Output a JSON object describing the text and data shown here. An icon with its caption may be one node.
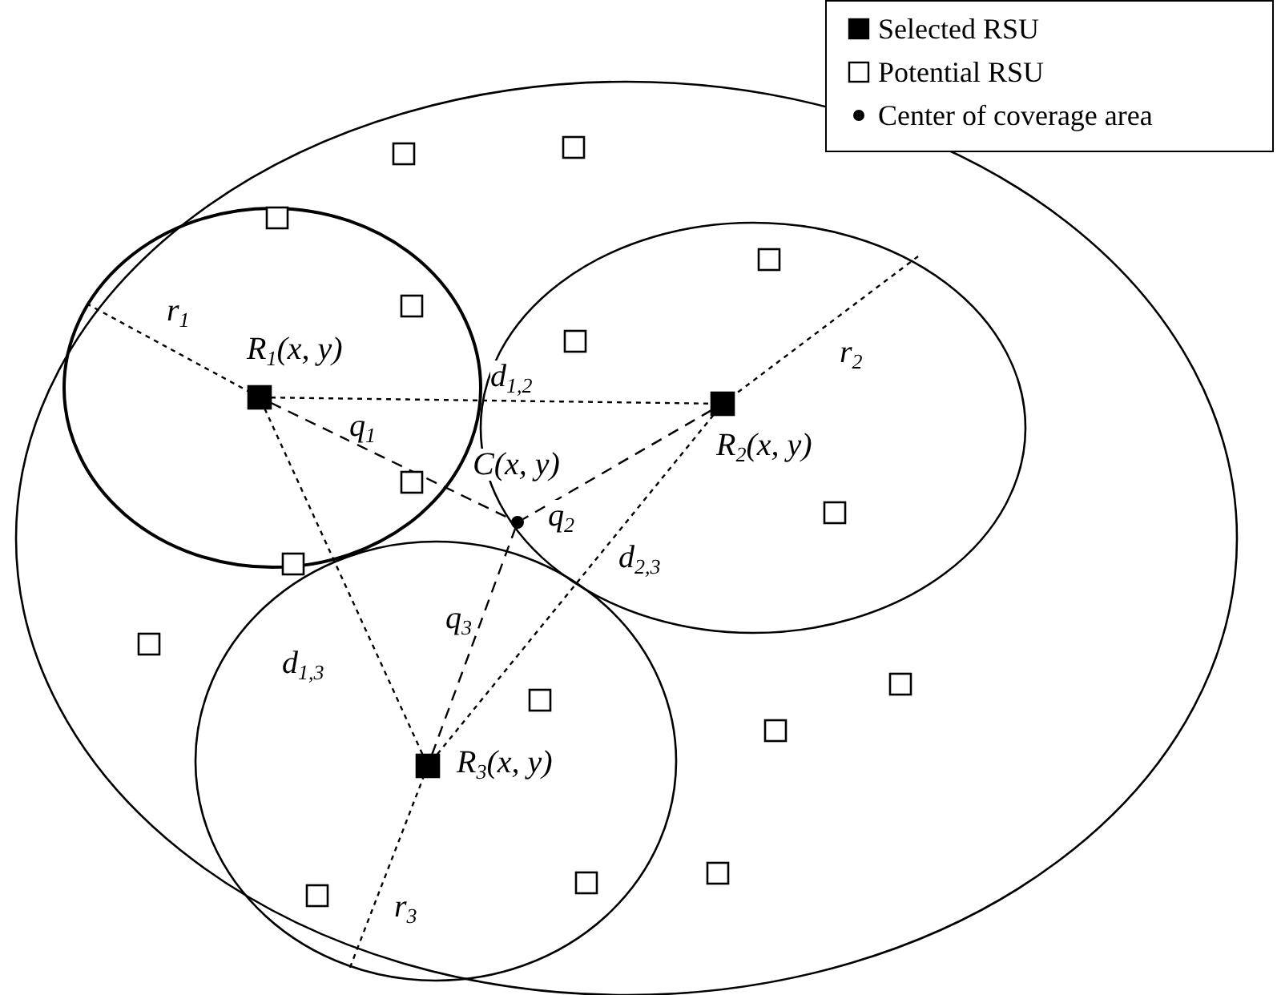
{
  "diagram": {
    "nodes": [
      {
        "text": [
          "R$_{1}$(x, y)"
        ]
      },
      {
        "text": [
          "R$_{2}$(x, y)"
        ]
      },
      {
        "text": [
          "R$_{3}$(x, y)"
        ]
      },
      {
        "text": [
          "C(x, y)"
        ]
      },
      {
        "text": [],
        "shape": "box"
      },
      {
        "text": [],
        "shape": "box"
      },
      {
        "text": [],
        "shape": "box"
      },
      {
        "text": [],
        "shape": "box"
      },
      {
        "text": [],
        "shape": "box"
      },
      {
        "text": [],
        "shape": "box"
      },
      {
        "text": [],
        "shape": "box"
      },
      {
        "text": [],
        "shape": "box"
      },
      {
        "text": [],
        "shape": "box"
      },
      {
        "text": [],
        "shape": "box"
      },
      {
        "text": [],
        "shape": "box"
      },
      {
        "text": [],
        "shape": "box"
      },
      {
        "text": [],
        "shape": "box"
      },
      {
        "text": [],
        "shape": "box"
      },
      {
        "text": [],
        "shape": "box"
      },
      {
        "text": [],
        "shape": "box"
      }
    ],
    "edges": [
      {
        "from": 0,
        "to": 1,
        "arrow": "none",
        "label": "d$_{1,2}$",
        "style": "dashed"
      },
      {
        "from": 0,
        "to": 2,
        "arrow": "none",
        "label": "d$_{1,3}$",
        "style": "dashed"
      },
      {
        "from": 1,
        "to": 2,
        "arrow": "none",
        "label": "d$_{2,3}$",
        "style": "dashed"
      },
      {
        "from": 0,
        "to": 3,
        "arrow": "none",
        "label": "q$_{1}$",
        "style": "dashed"
      },
      {
        "from": 1,
        "to": 3,
        "arrow": "none",
        "label": "q$_{2}$",
        "style": "dashed"
      },
      {
        "from": 2,
        "to": 3,
        "arrow": "none",
        "label": "q$_{3}$",
        "style": "dashed"
      }
    ],
    "labels": [
      "r$_{1}$",
      "r$_{2}$",
      "r$_{3}$"
    ],
    "legend": [
      {
        "text": "Selected RSU"
      },
      {
        "text": "Potential RSU"
      },
      {
        "text": "Center of coverage area"
      }
    ]
  }
}
